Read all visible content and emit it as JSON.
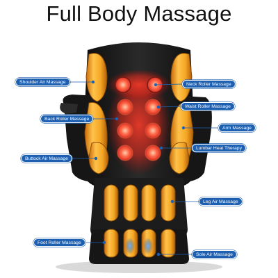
{
  "title": "Full Body Massage",
  "labels": {
    "shoulder_air": "Shoulder Air Massage",
    "neck_roller": "Neck Roller Massage",
    "waist_roller": "Waist Roller Massage",
    "back_roller": "Back Roller Massage",
    "arm": "Arm Massage",
    "lumbar_heat": "Lumbar Heat Therapy",
    "buttock_air": "Buttock Air Massage",
    "leg_air": "Leg Air Massage",
    "foot_roller": "Foot Roller Massage",
    "sole_air": "Sole Air Massage"
  },
  "colors": {
    "callout_bg": "#1d5fb0",
    "air_bag": "#f2a12c",
    "roller_glow": "#e8352a",
    "chair_body": "#1b1b1b"
  }
}
